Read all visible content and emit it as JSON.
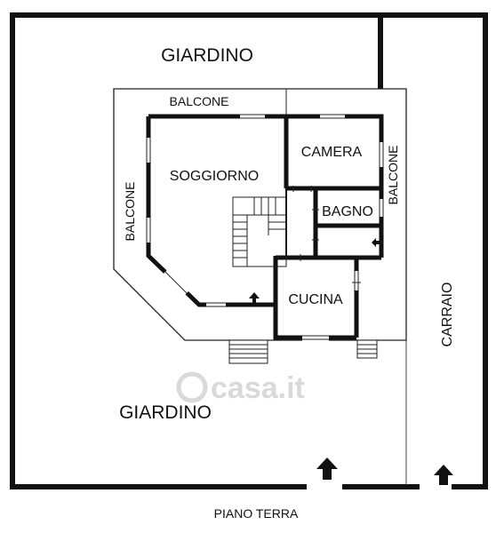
{
  "labels": {
    "garden_top": "GIARDINO",
    "garden_bottom": "GIARDINO",
    "balcony_top": "BALCONE",
    "balcony_left": "BALCONE",
    "balcony_right": "BALCONE",
    "living_room": "SOGGIORNO",
    "bedroom": "CAMERA",
    "bathroom": "BAGNO",
    "kitchen": "CUCINA",
    "driveway": "CARRAIO",
    "floor": "PIANO TERRA"
  },
  "watermark": "casa.it",
  "colors": {
    "wall": "#111111",
    "outline": "#222222",
    "background": "#ffffff"
  }
}
